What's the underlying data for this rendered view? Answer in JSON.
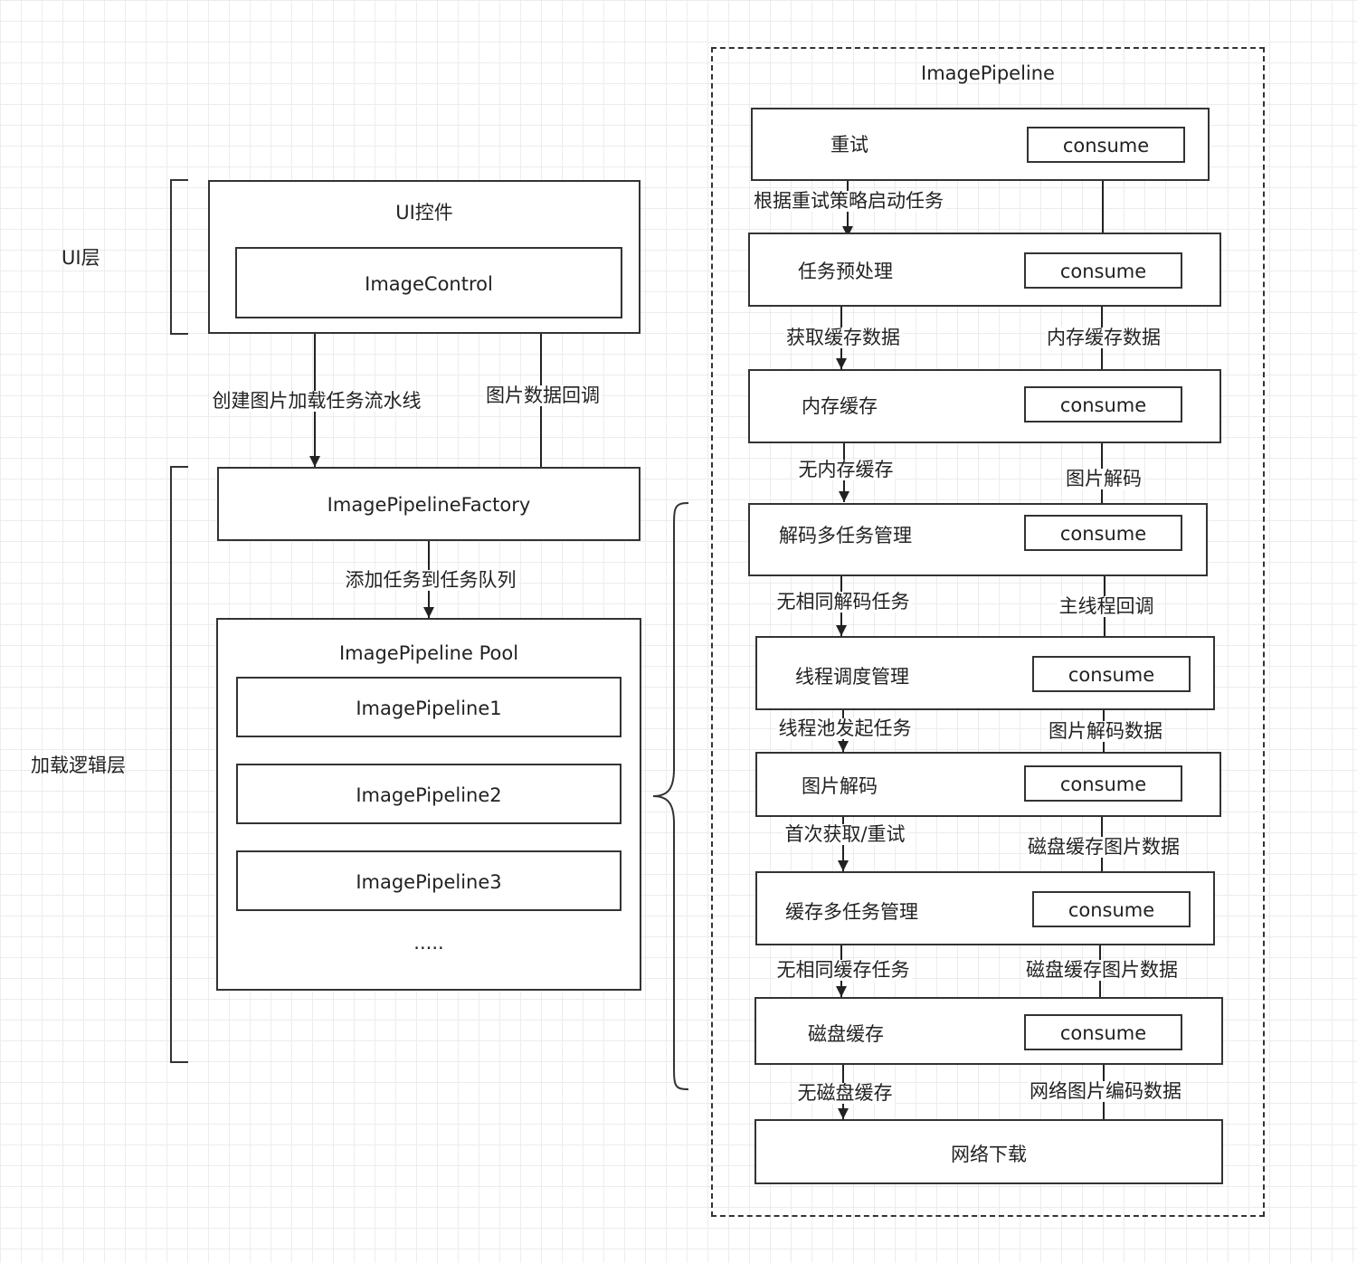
{
  "layers": {
    "ui": "UI层",
    "loading": "加载逻辑层"
  },
  "ui_control": {
    "title": "UI控件",
    "image_control": "ImageControl"
  },
  "edges_left": {
    "create_pipeline": "创建图片加载任务流水线",
    "image_callback": "图片数据回调",
    "add_to_queue": "添加任务到任务队列"
  },
  "factory": "ImagePipelineFactory",
  "pool": {
    "title": "ImagePipeline Pool",
    "items": [
      "ImagePipeline1",
      "ImagePipeline2",
      "ImagePipeline3"
    ],
    "more": "....."
  },
  "pipeline": {
    "title": "ImagePipeline",
    "consume_label": "consume",
    "stages": [
      "重试",
      "任务预处理",
      "内存缓存",
      "解码多任务管理",
      "线程调度管理",
      "图片解码",
      "缓存多任务管理",
      "磁盘缓存",
      "网络下载"
    ],
    "down_labels": [
      "根据重试策略启动任务",
      "获取缓存数据",
      "无内存缓存",
      "无相同解码任务",
      "线程池发起任务",
      "首次获取/重试",
      "无相同缓存任务",
      "无磁盘缓存"
    ],
    "up_labels": [
      "内存缓存数据",
      "图片解码",
      "主线程回调",
      "图片解码数据",
      "磁盘缓存图片数据",
      "磁盘缓存图片数据",
      "网络图片编码数据"
    ]
  }
}
